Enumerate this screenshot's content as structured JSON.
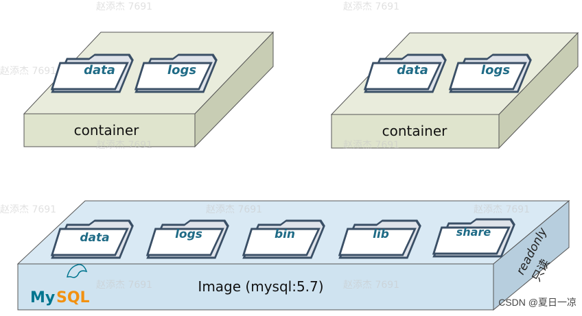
{
  "containers": [
    {
      "label": "container",
      "folders": [
        "data",
        "logs"
      ]
    },
    {
      "label": "container",
      "folders": [
        "data",
        "logs"
      ]
    }
  ],
  "image_layer": {
    "label": "Image  (mysql:5.7)",
    "folders": [
      "data",
      "logs",
      "bin",
      "lib",
      "share"
    ],
    "side_label_en": "readonly",
    "side_label_zh": "只读",
    "logo_text_my": "My",
    "logo_text_sql": "SQL"
  },
  "watermark": "赵添杰 7691",
  "credit": "CSDN @夏日一凉",
  "colors": {
    "container_top": "#e9ecdc",
    "container_front": "#dfe4cd",
    "container_side": "#c8cdb4",
    "image_top": "#d9e9f4",
    "image_front": "#cfe3f0",
    "image_side": "#b7cede",
    "folder_label": "#1f6b86",
    "mysql_blue": "#00758f",
    "mysql_orange": "#f29111"
  }
}
